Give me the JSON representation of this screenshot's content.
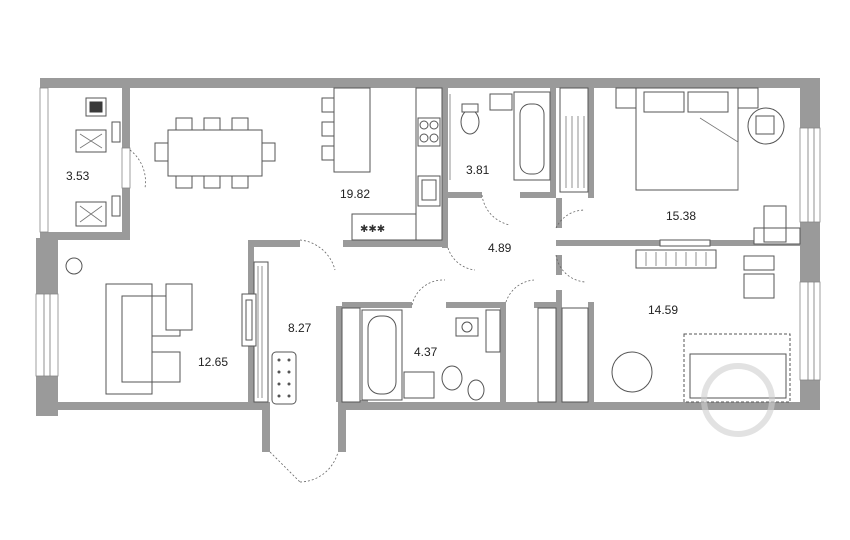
{
  "plan": {
    "rooms": [
      {
        "id": "balcony",
        "area": "3.53"
      },
      {
        "id": "kitchen",
        "area": "19.82"
      },
      {
        "id": "bathroom-top",
        "area": "3.81"
      },
      {
        "id": "hall",
        "area": "4.89"
      },
      {
        "id": "bedroom-top",
        "area": "15.38"
      },
      {
        "id": "living-room",
        "area": "12.65"
      },
      {
        "id": "corridor",
        "area": "8.27"
      },
      {
        "id": "bathroom-bottom",
        "area": "4.37"
      },
      {
        "id": "bedroom-bottom",
        "area": "14.59"
      }
    ]
  },
  "colors": {
    "wall": "#9a9a9a",
    "line": "#555555",
    "background": "#ffffff"
  }
}
